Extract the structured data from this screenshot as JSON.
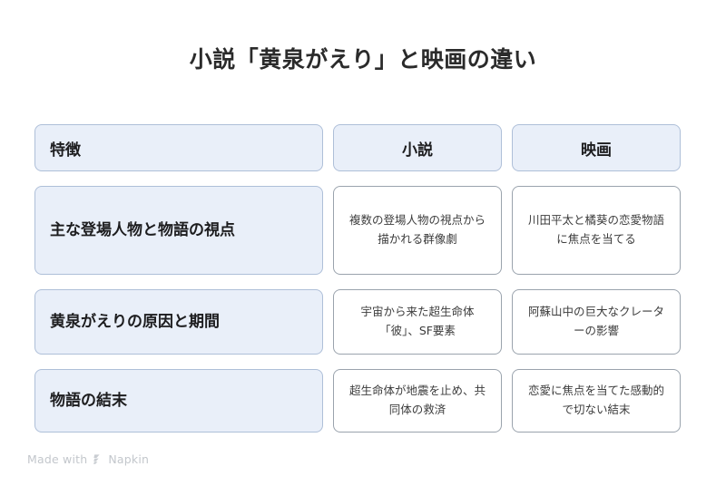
{
  "page": {
    "title": "小説「黄泉がえり」と映画の違い",
    "background_color": "#ffffff",
    "accent_fill": "#e9eff9",
    "accent_border": "#aebfd8",
    "cell_border": "#9aa3ad"
  },
  "table": {
    "headers": [
      {
        "label": "特徴",
        "align": "left"
      },
      {
        "label": "小説",
        "align": "center"
      },
      {
        "label": "映画",
        "align": "center"
      }
    ],
    "rows": [
      {
        "feature": "主な登場人物と物語の視点",
        "novel": "複数の登場人物の視点から描かれる群像劇",
        "movie": "川田平太と橘葵の恋愛物語に焦点を当てる"
      },
      {
        "feature": "黄泉がえりの原因と期間",
        "novel": "宇宙から来た超生命体「彼」、SF要素",
        "movie": "阿蘇山中の巨大なクレーターの影響"
      },
      {
        "feature": "物語の結末",
        "novel": "超生命体が地震を止め、共同体の救済",
        "movie": "恋愛に焦点を当てた感動的で切ない結末"
      }
    ]
  },
  "footer": {
    "made_with": "Made with",
    "brand": "Napkin",
    "logo_icon": "napkin-chevrons-icon"
  }
}
